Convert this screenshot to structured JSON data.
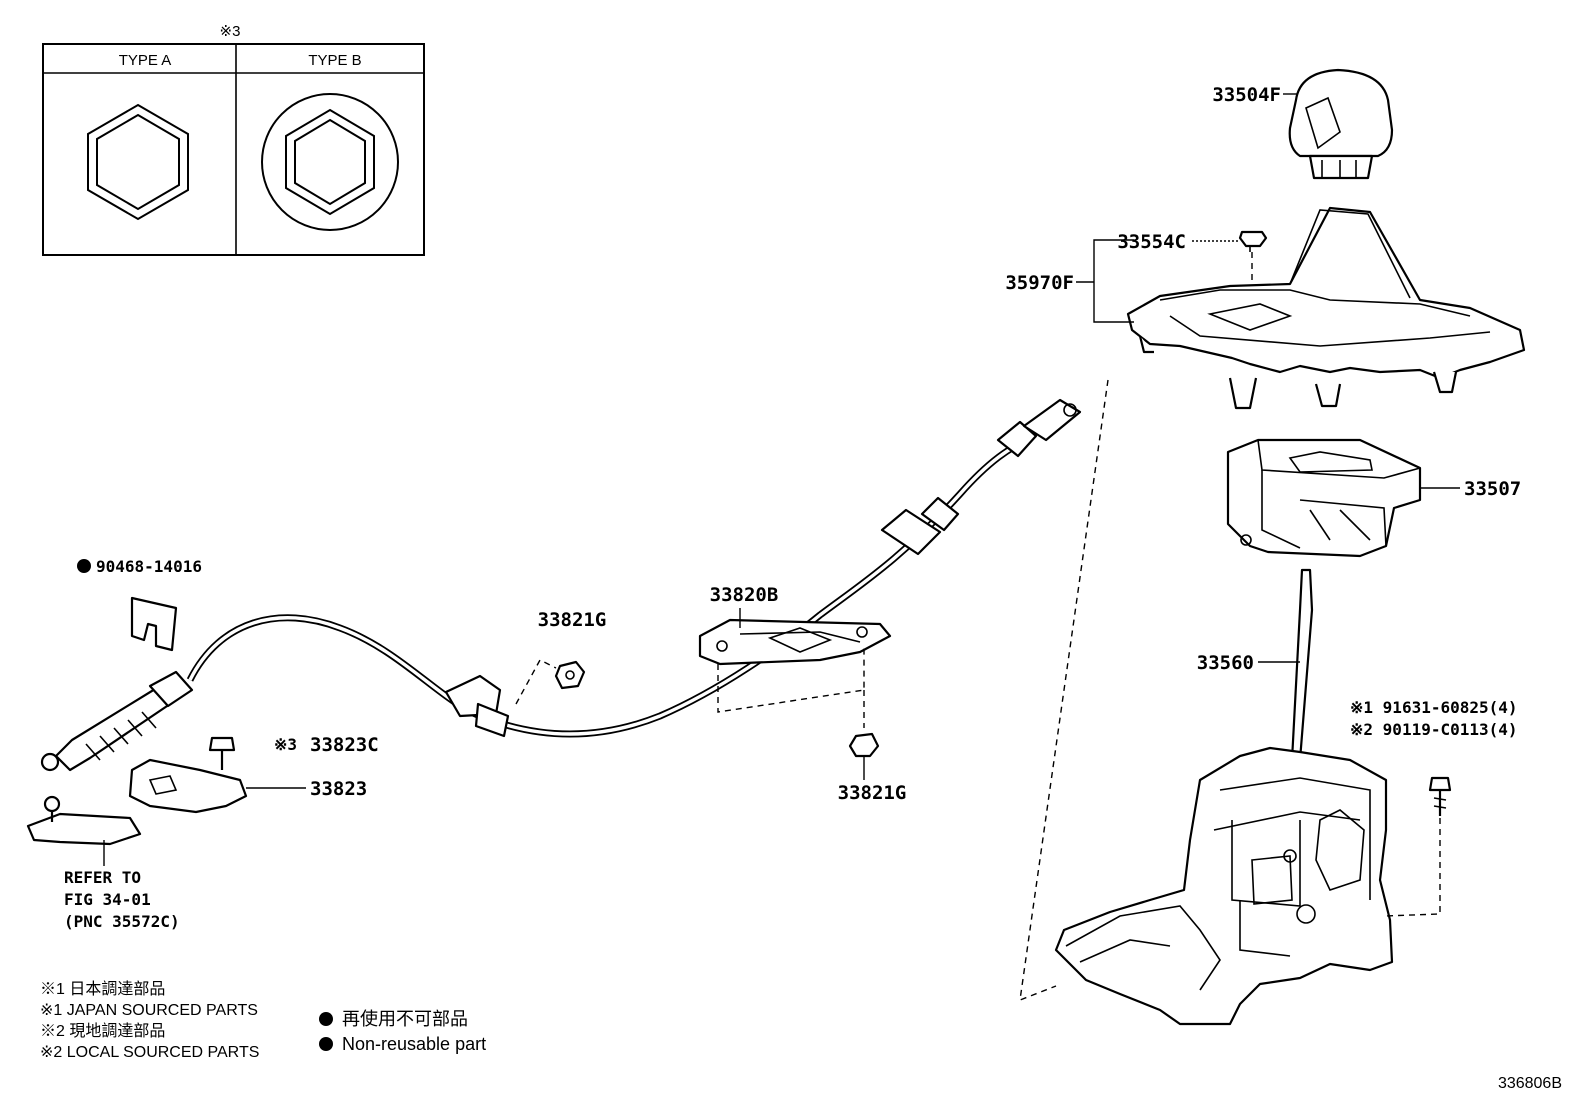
{
  "type_table": {
    "note_mark": "※3",
    "type_a_label": "TYPE A",
    "type_b_label": "TYPE B"
  },
  "parts": {
    "p33504F": "33504F",
    "p33554C": "33554C",
    "p35970F": "35970F",
    "p33507": "33507",
    "p33560": "33560",
    "p33820B": "33820B",
    "p33821G_top": "33821G",
    "p33821G_bottom": "33821G",
    "p33823C": "33823C",
    "p33823C_mark": "※3",
    "p33823": "33823",
    "p90468": "90468-14016",
    "p91631": "※1 91631-60825(4)",
    "p90119": "※2 90119-C0113(4)"
  },
  "refer": {
    "line1": "REFER TO",
    "line2": "FIG 34-01",
    "line3": "(PNC 35572C)"
  },
  "legend": {
    "l1": "※1  日本調達部品",
    "l2": "※1  JAPAN SOURCED PARTS",
    "l3": "※2  現地調達部品",
    "l4": "※2  LOCAL SOURCED PARTS",
    "nr_jp": "再使用不可部品",
    "nr_en": "Non-reusable part"
  },
  "diagram_id": "336806B"
}
